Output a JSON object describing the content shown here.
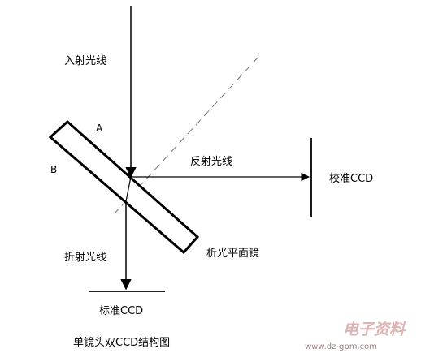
{
  "labels": {
    "incident_ray": "入射光线",
    "reflected_ray": "反射光线",
    "refracted_ray": "折射光线",
    "calibration_ccd": "校准CCD",
    "standard_ccd": "标准CCD",
    "beam_splitter": "析光平面镜",
    "edge_a": "A",
    "edge_b": "B",
    "caption": "单镜头双CCD结构图"
  },
  "watermark": {
    "text": "电子资料",
    "url": "www.dz-gpm.com",
    "color": "#d8a6a6"
  },
  "colors": {
    "line": "#000000",
    "dashed": "#777777",
    "background": "#ffffff"
  }
}
